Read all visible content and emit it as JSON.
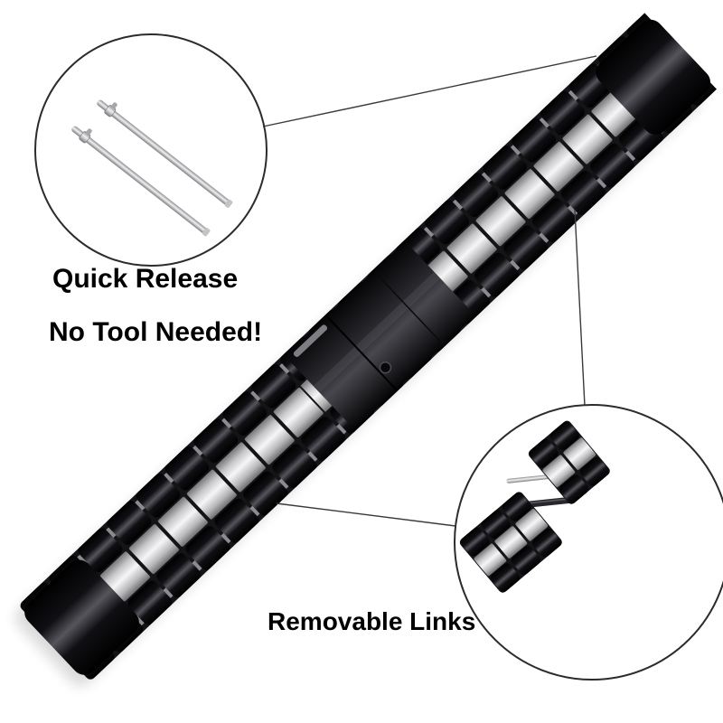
{
  "annotations": {
    "quick_release": {
      "line1": "Quick Release",
      "line2": "No Tool Needed!"
    },
    "removable_links": {
      "label": "Removable Links"
    }
  },
  "colors": {
    "background": "#ffffff",
    "text": "#000000",
    "callout_stroke": "#2b2b2b",
    "band_black": "#0a0a0c",
    "band_silver": "#ededef"
  },
  "scene": {
    "subject": "two-tone stainless steel watch band with fold-over clasp",
    "inset_top_left": "quick-release spring bar pins",
    "inset_bottom_right": "removable link segments with pin tool"
  }
}
